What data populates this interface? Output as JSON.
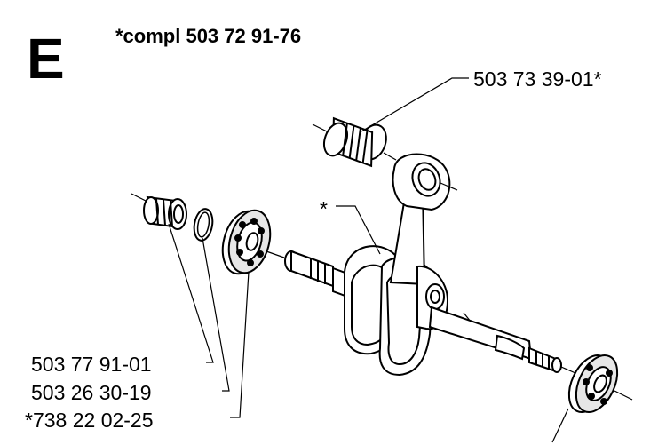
{
  "section": {
    "letter": "E",
    "title": "*compl 503 72 91-76"
  },
  "labels": {
    "connecting_rod_bearing": "503 73 39-01*",
    "crankshaft_marker": "*",
    "part_1": "503 77 91-01",
    "part_2": "503 26 30-19",
    "part_3": "*738 22 02-25"
  }
}
